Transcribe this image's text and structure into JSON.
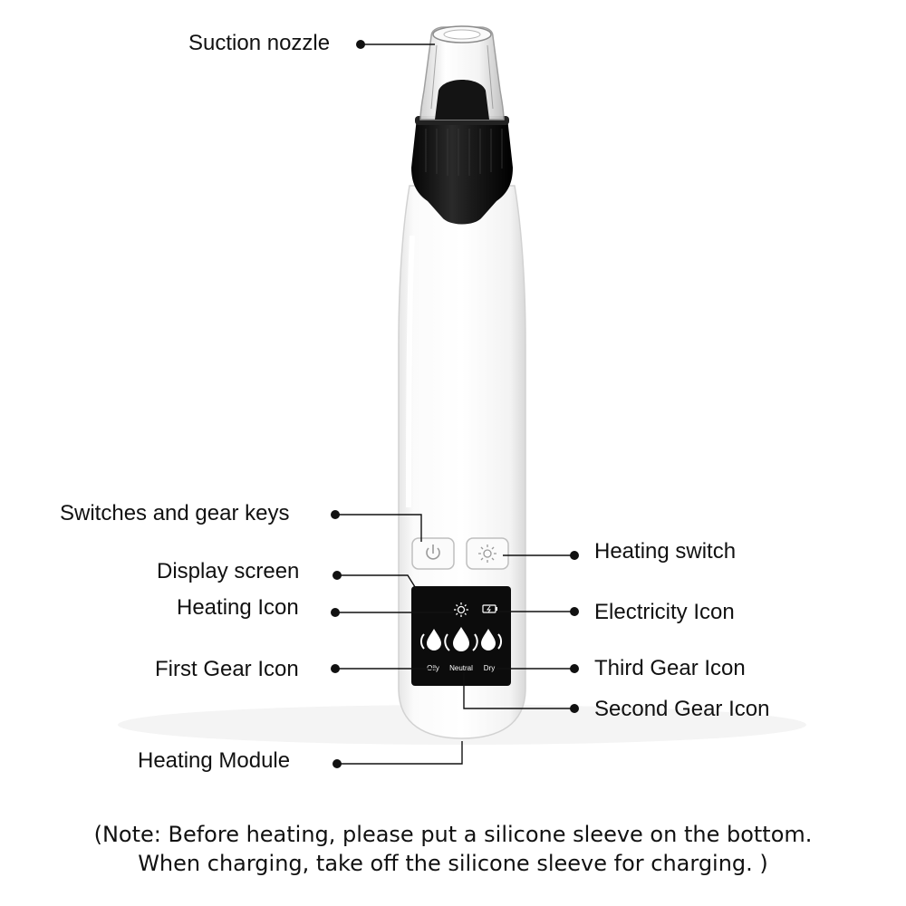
{
  "labels": {
    "suction_nozzle": "Suction nozzle",
    "switches_gear_keys": "Switches and gear keys",
    "display_screen": "Display screen",
    "heating_icon": "Heating Icon",
    "first_gear_icon": "First Gear Icon",
    "heating_module": "Heating Module",
    "heating_switch": "Heating switch",
    "electricity_icon": "Electricity Icon",
    "third_gear_icon": "Third Gear Icon",
    "second_gear_icon": "Second Gear Icon"
  },
  "screen_text": {
    "oily": "Oily",
    "neutral": "Neutral",
    "dry": "Dry"
  },
  "note": {
    "line1": "(Note: Before heating, please put a silicone sleeve on the bottom.",
    "line2": "When charging, take off the silicone sleeve for charging. )"
  },
  "icons": [
    "power-icon",
    "sun-icon",
    "battery-icon",
    "water-drop-icon"
  ],
  "colors": {
    "body": "#f7f7f7",
    "cap": "#151515",
    "screen": "#0d0d0d",
    "leader": "#111111"
  }
}
